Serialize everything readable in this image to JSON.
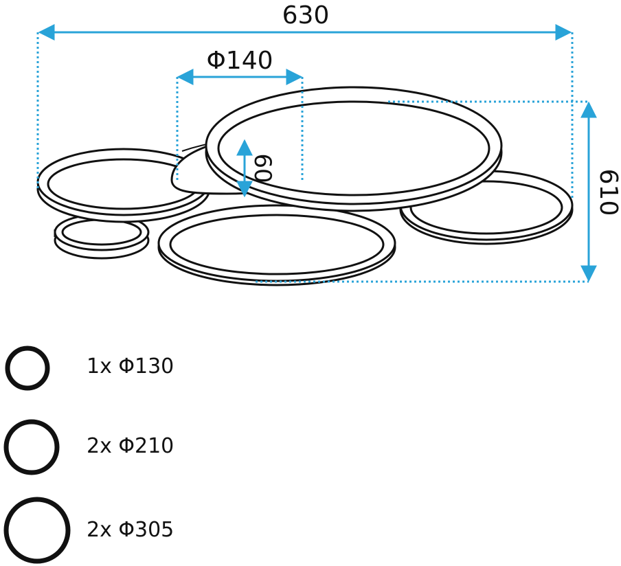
{
  "dimensions": {
    "width": "630",
    "center_diameter": "Φ140",
    "base_height": "60",
    "depth": "610"
  },
  "legend": [
    {
      "label": "1x Φ130"
    },
    {
      "label": "2x Φ210"
    },
    {
      "label": "2x Φ305"
    }
  ],
  "colors": {
    "dimension_line": "#29a3d8",
    "outline": "#111111"
  }
}
